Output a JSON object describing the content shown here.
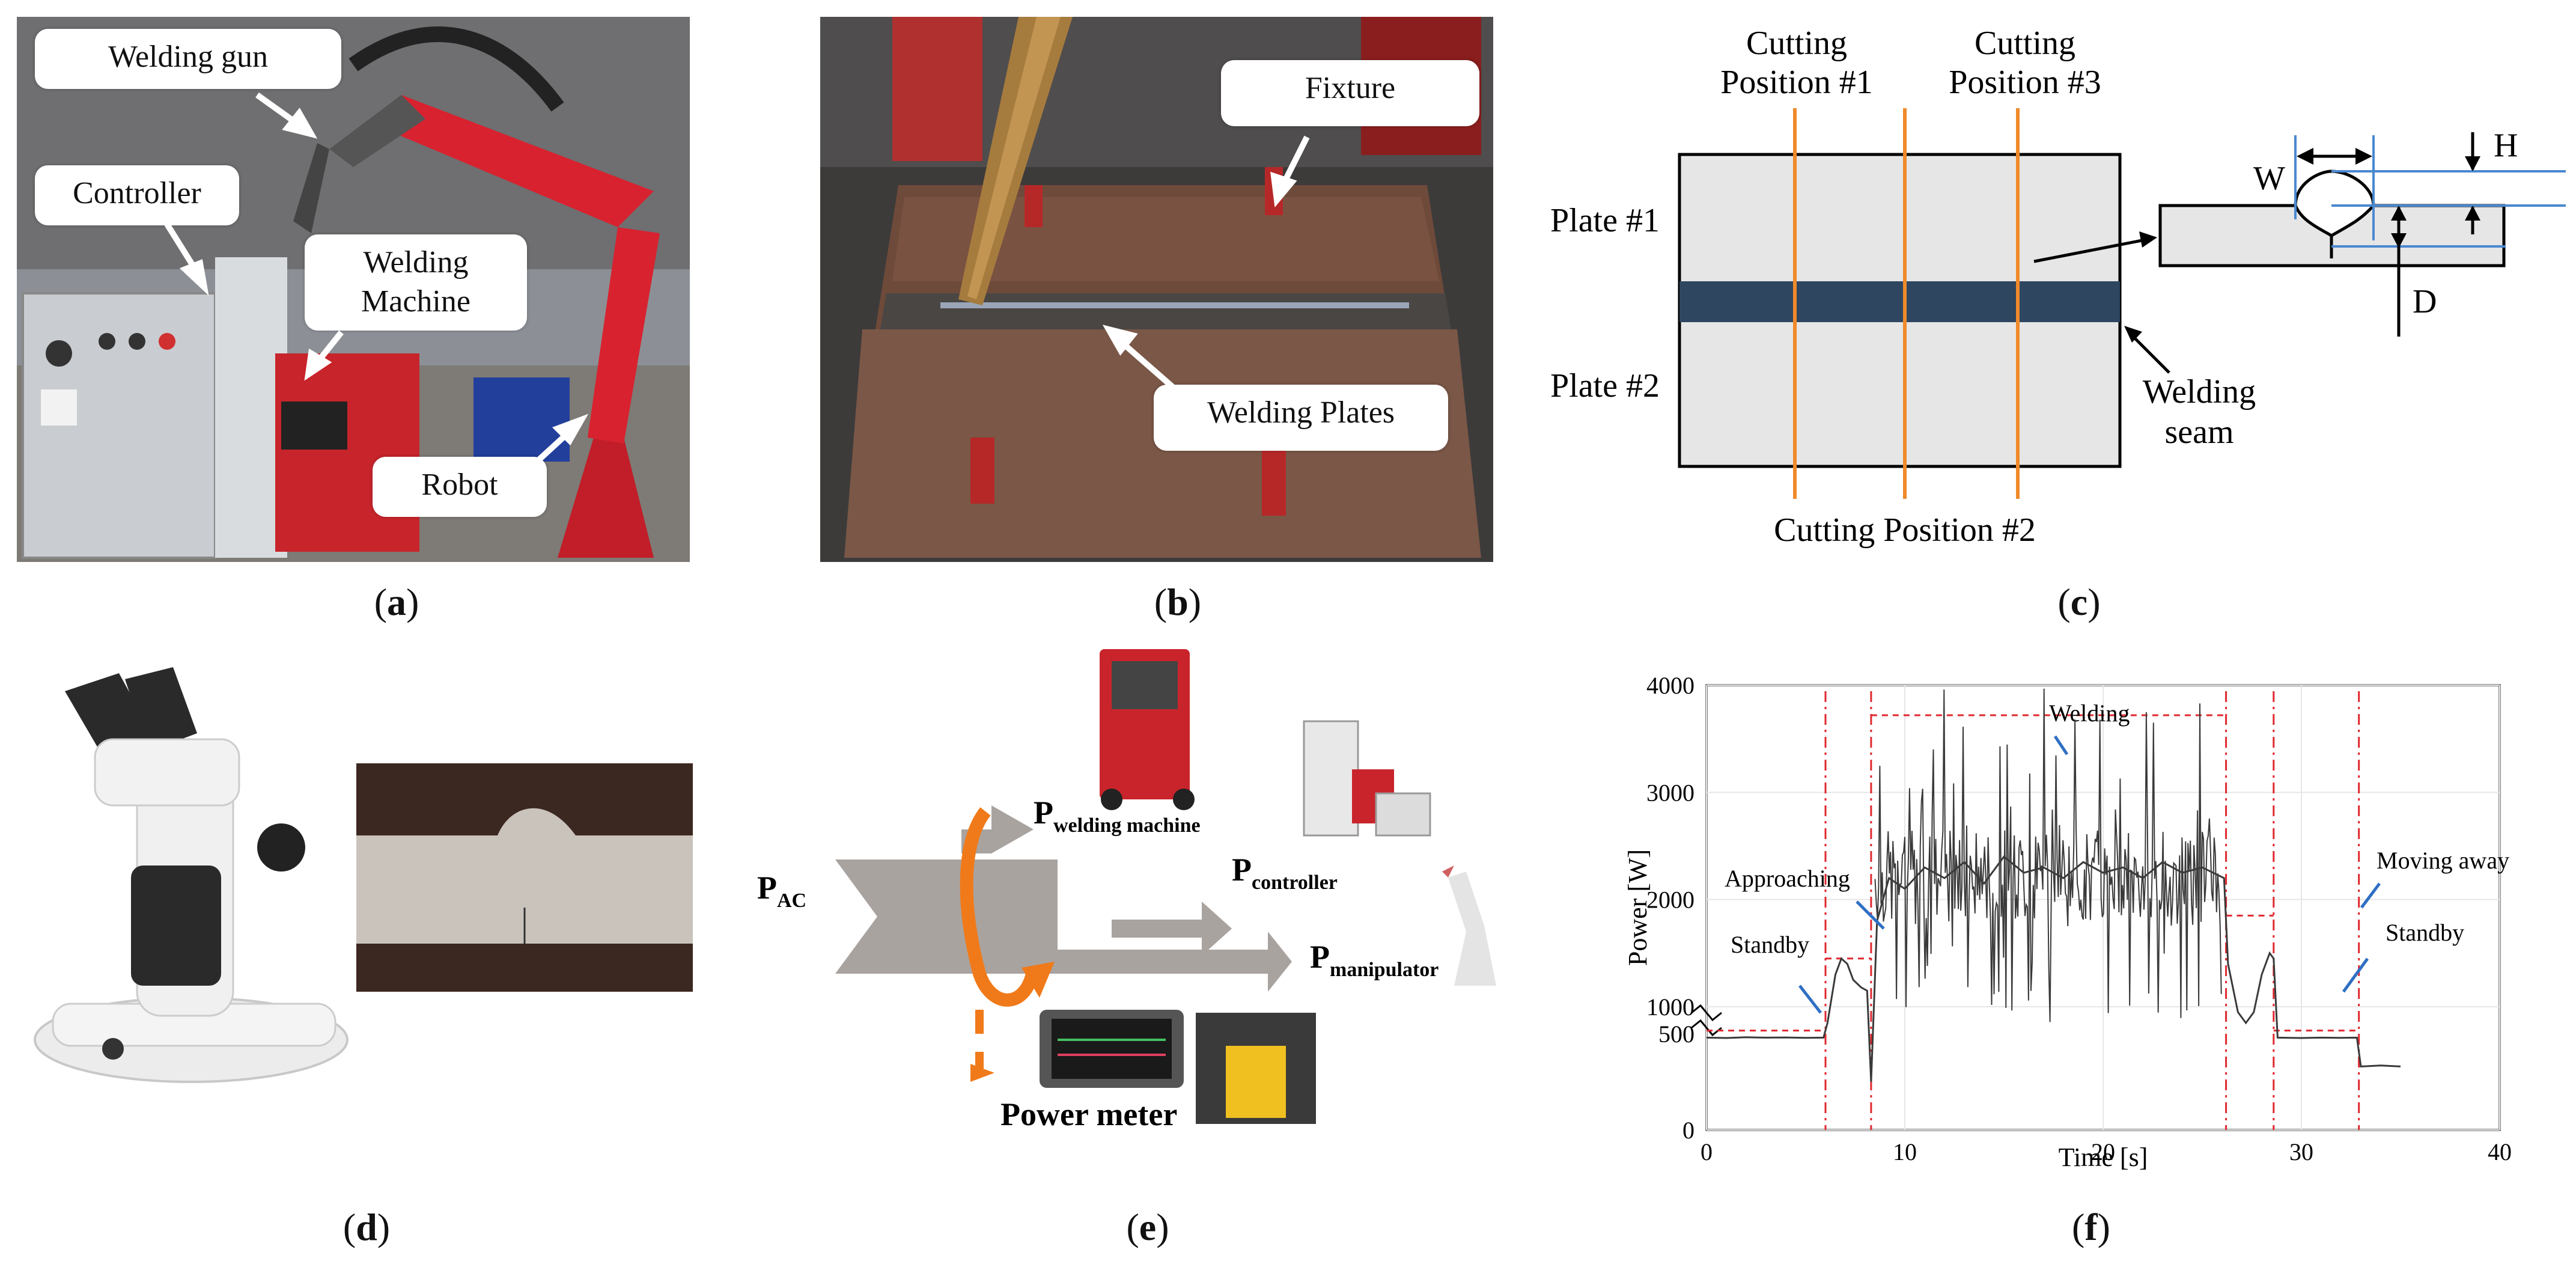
{
  "panel_a": {
    "caption": "a",
    "labels": {
      "welding_gun": "Welding gun",
      "controller": "Controller",
      "welding_machine": "Welding\nMachine",
      "robot": "Robot"
    }
  },
  "panel_b": {
    "caption": "b",
    "labels": {
      "fixture": "Fixture",
      "welding_plates": "Welding Plates"
    }
  },
  "panel_c": {
    "caption": "c",
    "cutting_position_1": [
      "Cutting",
      "Position #1"
    ],
    "cutting_position_3": [
      "Cutting",
      "Position #3"
    ],
    "cutting_position_2": "Cutting Position #2",
    "plate_1": "Plate #1",
    "plate_2": "Plate #2",
    "welding_seam": [
      "Welding",
      "seam"
    ],
    "W": "W",
    "H": "H",
    "D": "D"
  },
  "panel_d": {
    "caption": "d"
  },
  "panel_e": {
    "caption": "e",
    "p_ac": {
      "main": "P",
      "sub": "AC"
    },
    "p_welding_machine": {
      "main": "P",
      "sub": "welding machine"
    },
    "p_controller": {
      "main": "P",
      "sub": "controller"
    },
    "p_manipulator": {
      "main": "P",
      "sub": "manipulator"
    },
    "power_meter": "Power meter"
  },
  "panel_f": {
    "caption": "f"
  },
  "chart_data": {
    "type": "line",
    "xlabel": "Time [s]",
    "ylabel": "Power [W]",
    "xlim": [
      0,
      40
    ],
    "ylim": [
      0,
      4000
    ],
    "xticks": [
      0,
      10,
      20,
      30,
      40
    ],
    "yticks": [
      0,
      500,
      1000,
      2000,
      3000,
      4000
    ],
    "axis_break": "between 500 and 1000",
    "grid": true,
    "annotations": [
      {
        "text": "Standby",
        "x": 3.5
      },
      {
        "text": "Approaching",
        "x": 4.5
      },
      {
        "text": "Welding",
        "x": 13
      },
      {
        "text": "Moving away",
        "x": 31
      },
      {
        "text": "Standby",
        "x": 34.5
      }
    ],
    "phase_boundaries": [
      6.0,
      8.3,
      26.2,
      28.6,
      32.9
    ],
    "series": [
      {
        "points": [
          [
            0,
            480
          ],
          [
            1,
            478
          ],
          [
            2,
            482
          ],
          [
            3,
            480
          ],
          [
            4,
            481
          ],
          [
            5,
            479
          ],
          [
            5.9,
            480
          ],
          [
            6.1,
            700
          ],
          [
            6.5,
            1300
          ],
          [
            6.8,
            1450
          ],
          [
            7.1,
            1400
          ],
          [
            7.4,
            1250
          ],
          [
            7.8,
            1180
          ],
          [
            8.1,
            1150
          ],
          [
            8.3,
            250
          ],
          [
            8.6,
            1800
          ],
          [
            9.2,
            2200
          ],
          [
            10,
            2100
          ],
          [
            11,
            2300
          ],
          [
            12,
            2200
          ],
          [
            13,
            2350
          ],
          [
            14,
            2150
          ],
          [
            15,
            2400
          ],
          [
            16,
            2250
          ],
          [
            17,
            2300
          ],
          [
            18,
            2200
          ],
          [
            19,
            2350
          ],
          [
            20,
            2250
          ],
          [
            21,
            2300
          ],
          [
            22,
            2200
          ],
          [
            23,
            2350
          ],
          [
            24,
            2250
          ],
          [
            25,
            2300
          ],
          [
            26.1,
            2200
          ],
          [
            26.3,
            1400
          ],
          [
            26.8,
            900
          ],
          [
            27.2,
            700
          ],
          [
            27.6,
            900
          ],
          [
            28.0,
            1300
          ],
          [
            28.4,
            1500
          ],
          [
            28.6,
            1450
          ],
          [
            28.8,
            480
          ],
          [
            30,
            478
          ],
          [
            31,
            480
          ],
          [
            32,
            479
          ],
          [
            32.8,
            480
          ],
          [
            33.0,
            330
          ],
          [
            34,
            335
          ],
          [
            35,
            330
          ]
        ]
      }
    ]
  }
}
